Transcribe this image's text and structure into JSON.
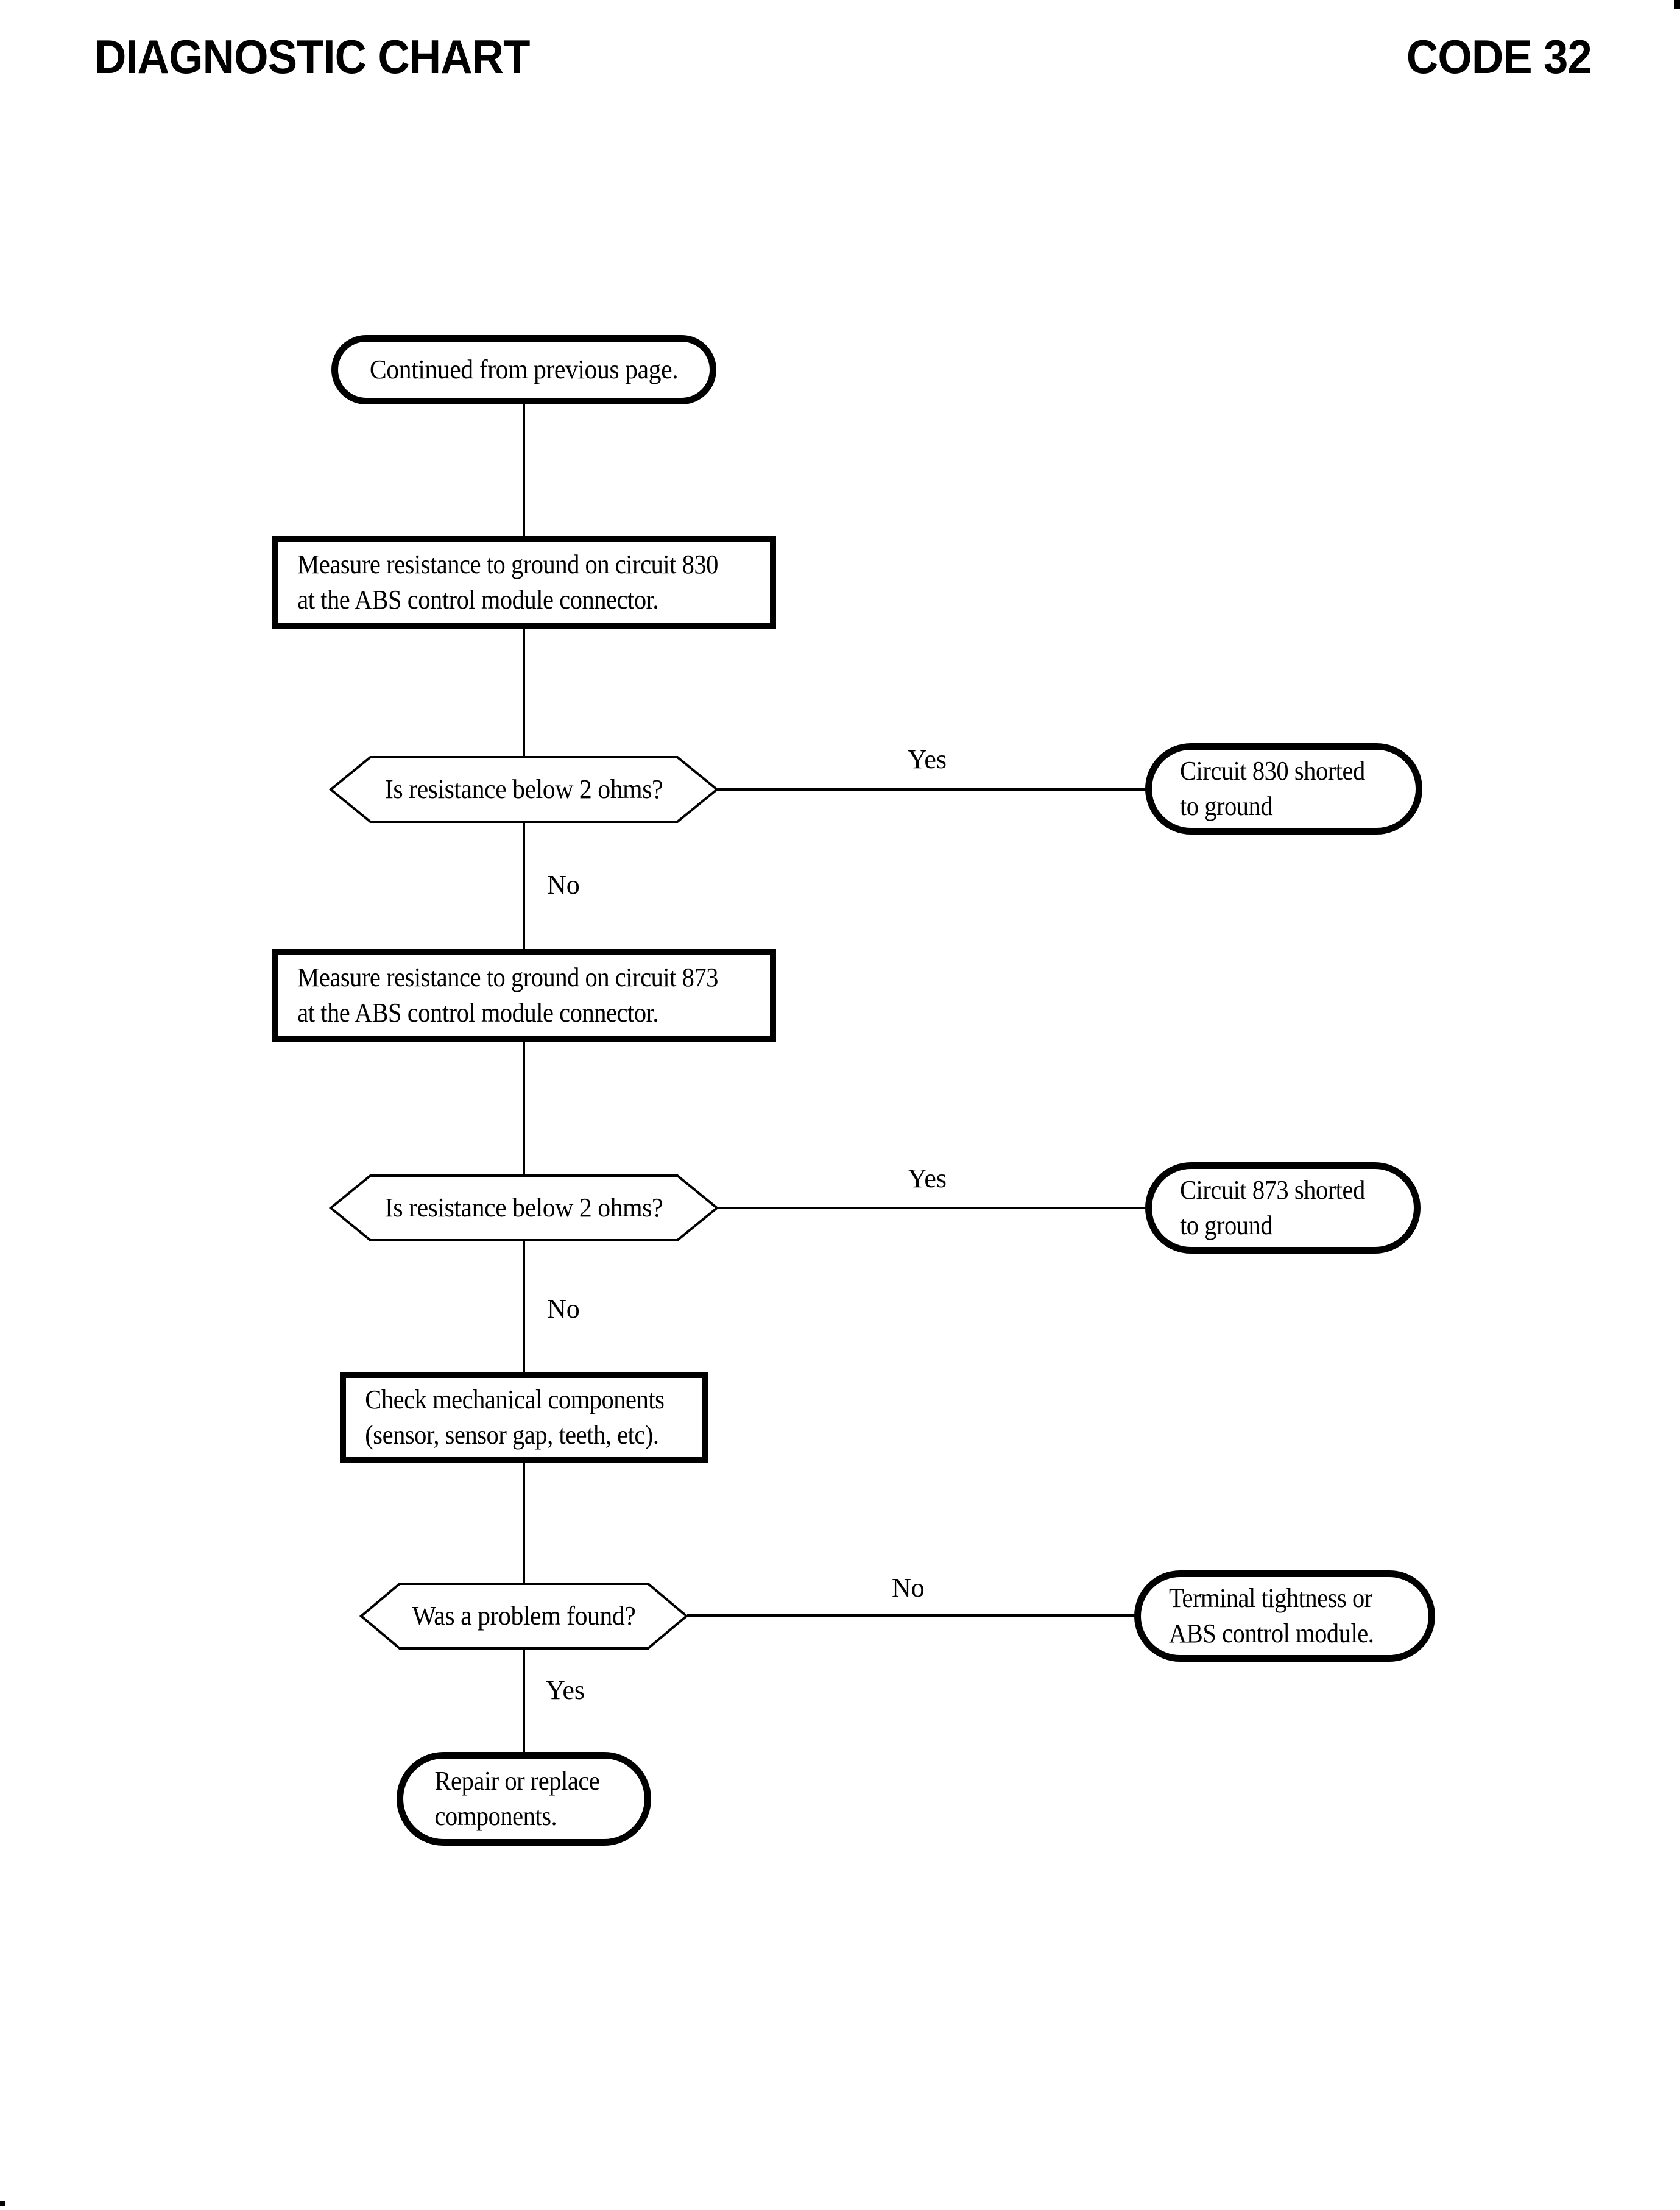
{
  "header": {
    "title_left": "DIAGNOSTIC CHART",
    "title_right": "CODE 32"
  },
  "colors": {
    "ink": "#000000",
    "paper": "#ffffff"
  },
  "nodes": {
    "start": {
      "text": "Continued from previous page."
    },
    "measure_830": {
      "line1": "Measure resistance to ground on circuit 830",
      "line2": "at the ABS control module connector."
    },
    "is_below_2ohms_830": {
      "text": "Is resistance below 2 ohms?"
    },
    "shorted_830": {
      "line1": "Circuit 830 shorted",
      "line2": "to ground"
    },
    "measure_873": {
      "line1": "Measure resistance to ground on circuit 873",
      "line2": "at the ABS control module connector."
    },
    "is_below_2ohms_873": {
      "text": "Is resistance below 2 ohms?"
    },
    "shorted_873": {
      "line1": "Circuit 873 shorted",
      "line2": "to ground"
    },
    "check_mechanical": {
      "line1": "Check mechanical components",
      "line2": "(sensor, sensor gap, teeth, etc)."
    },
    "problem_found": {
      "text": "Was a problem found?"
    },
    "terminal_tightness": {
      "line1": "Terminal tightness or",
      "line2": "ABS control module."
    },
    "repair_replace": {
      "line1": "Repair or replace",
      "line2": "components."
    }
  },
  "edge_labels": {
    "yes_830": "Yes",
    "no_830": "No",
    "yes_873": "Yes",
    "no_873": "No",
    "no_problem": "No",
    "yes_problem": "Yes"
  }
}
